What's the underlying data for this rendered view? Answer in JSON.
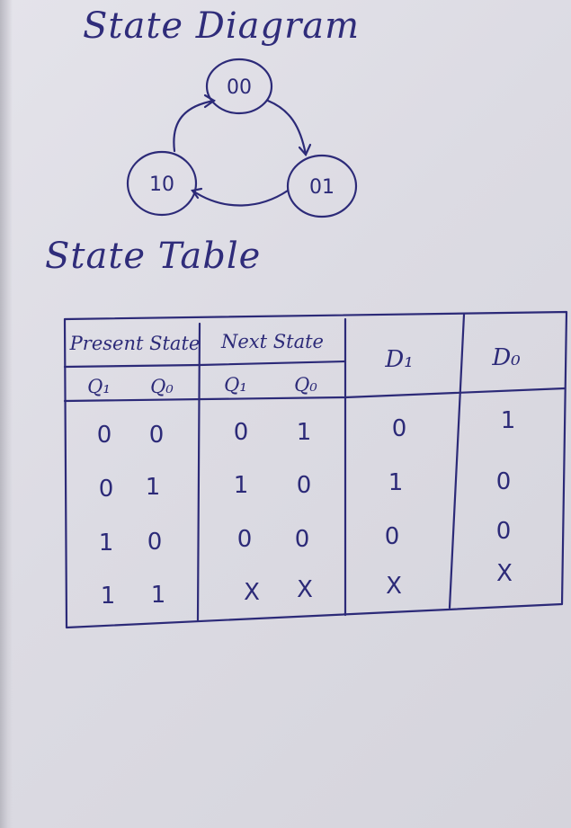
{
  "diagram": {
    "title": "State Diagram",
    "states": [
      "00",
      "01",
      "10"
    ]
  },
  "table": {
    "title": "State Table",
    "headers": {
      "present_state": "Present State",
      "next_state": "Next State",
      "d1": "D₁",
      "d0": "D₀",
      "q1": "Q₁",
      "q0": "Q₀",
      "nq1": "Q₁",
      "nq0": "Q₀"
    },
    "rows": [
      [
        "0",
        "0",
        "0",
        "1",
        "0",
        "1"
      ],
      [
        "0",
        "1",
        "1",
        "0",
        "1",
        "0"
      ],
      [
        "1",
        "0",
        "0",
        "0",
        "0",
        "0"
      ],
      [
        "1",
        "1",
        "X",
        "X",
        "X",
        "X"
      ]
    ]
  }
}
